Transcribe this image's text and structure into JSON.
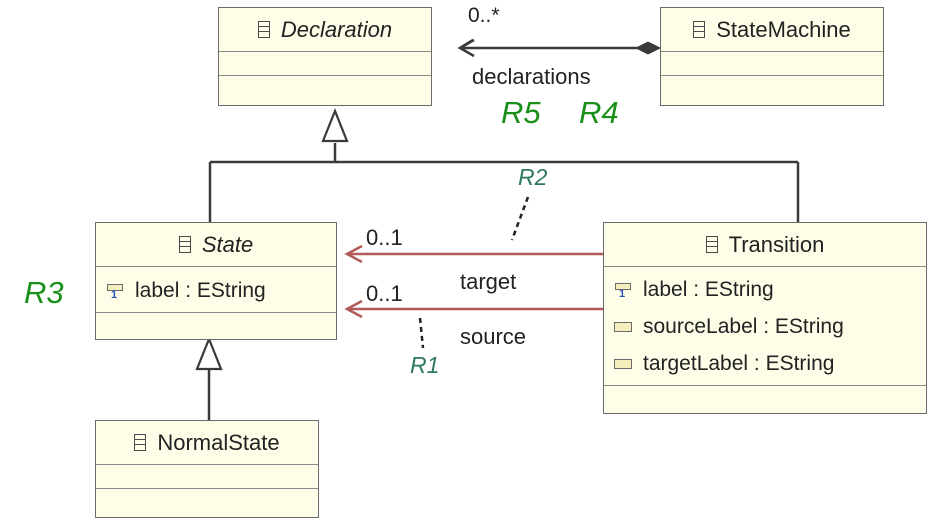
{
  "classes": {
    "declaration": {
      "name": "Declaration",
      "abstract": true
    },
    "state_machine": {
      "name": "StateMachine"
    },
    "state": {
      "name": "State",
      "abstract": true,
      "attributes": [
        "label : EString"
      ]
    },
    "transition": {
      "name": "Transition",
      "attributes": [
        "label : EString",
        "sourceLabel : EString",
        "targetLabel : EString"
      ]
    },
    "normal_state": {
      "name": "NormalState"
    }
  },
  "associations": {
    "declarations": {
      "role": "declarations",
      "multiplicity": "0..*"
    },
    "target": {
      "role": "target",
      "multiplicity": "0..1"
    },
    "source": {
      "role": "source",
      "multiplicity": "0..1"
    }
  },
  "requirements": {
    "r1": "R1",
    "r2": "R2",
    "r3": "R3",
    "r4": "R4",
    "r5": "R5"
  },
  "colors": {
    "class_fill": "#fefde8",
    "class_border": "#6b6b6b",
    "reference_line": "#b05a5a",
    "requirement_label": "#1a8f1a",
    "requirement_small": "#2f7a5e"
  }
}
